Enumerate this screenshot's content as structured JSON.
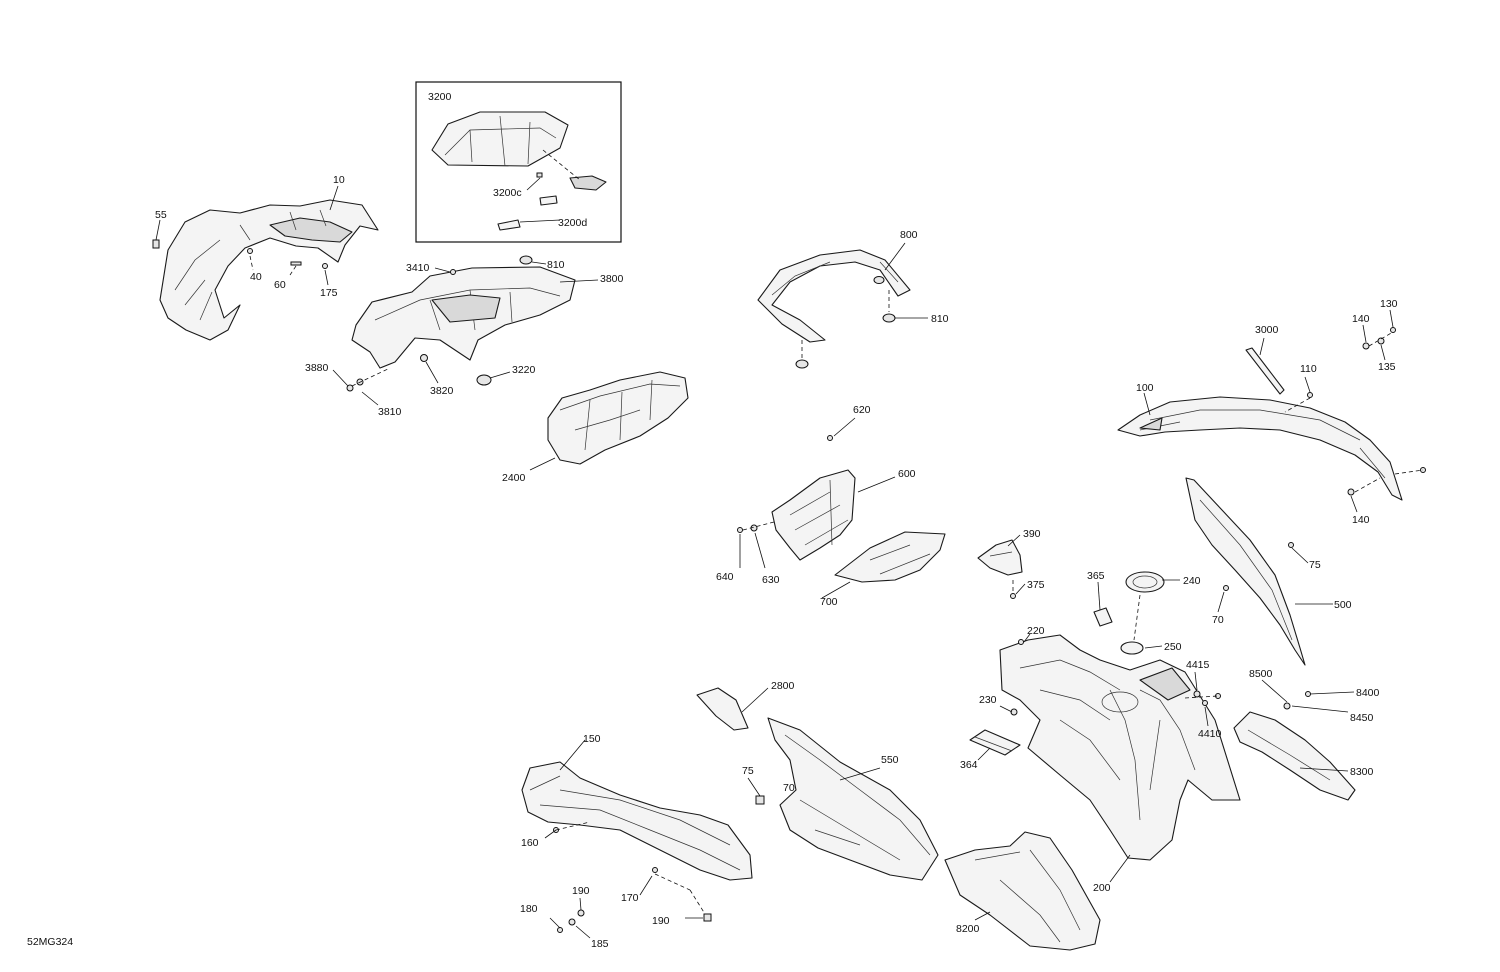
{
  "figure_code": "52MG324",
  "inset": {
    "title": "3200"
  },
  "callouts": [
    {
      "id": "10",
      "text": "10"
    },
    {
      "id": "55",
      "text": "55"
    },
    {
      "id": "40",
      "text": "40"
    },
    {
      "id": "60",
      "text": "60"
    },
    {
      "id": "175",
      "text": "175"
    },
    {
      "id": "3200",
      "text": "3200"
    },
    {
      "id": "3200c",
      "text": "3200c"
    },
    {
      "id": "3200d",
      "text": "3200d"
    },
    {
      "id": "3410",
      "text": "3410"
    },
    {
      "id": "810a",
      "text": "810"
    },
    {
      "id": "3800",
      "text": "3800"
    },
    {
      "id": "3880",
      "text": "3880"
    },
    {
      "id": "3810",
      "text": "3810"
    },
    {
      "id": "3820",
      "text": "3820"
    },
    {
      "id": "3220",
      "text": "3220"
    },
    {
      "id": "2400",
      "text": "2400"
    },
    {
      "id": "800",
      "text": "800"
    },
    {
      "id": "810b",
      "text": "810"
    },
    {
      "id": "620",
      "text": "620"
    },
    {
      "id": "600",
      "text": "600"
    },
    {
      "id": "640",
      "text": "640"
    },
    {
      "id": "630",
      "text": "630"
    },
    {
      "id": "700",
      "text": "700"
    },
    {
      "id": "390",
      "text": "390"
    },
    {
      "id": "375",
      "text": "375"
    },
    {
      "id": "365",
      "text": "365"
    },
    {
      "id": "240",
      "text": "240"
    },
    {
      "id": "250",
      "text": "250"
    },
    {
      "id": "220",
      "text": "220"
    },
    {
      "id": "230",
      "text": "230"
    },
    {
      "id": "364",
      "text": "364"
    },
    {
      "id": "200",
      "text": "200"
    },
    {
      "id": "8200",
      "text": "8200"
    },
    {
      "id": "2800",
      "text": "2800"
    },
    {
      "id": "550",
      "text": "550"
    },
    {
      "id": "75a",
      "text": "75"
    },
    {
      "id": "70a",
      "text": "70"
    },
    {
      "id": "150",
      "text": "150"
    },
    {
      "id": "160",
      "text": "160"
    },
    {
      "id": "170",
      "text": "170"
    },
    {
      "id": "190a",
      "text": "190"
    },
    {
      "id": "180",
      "text": "180"
    },
    {
      "id": "185",
      "text": "185"
    },
    {
      "id": "190b",
      "text": "190"
    },
    {
      "id": "3000",
      "text": "3000"
    },
    {
      "id": "110",
      "text": "110"
    },
    {
      "id": "100",
      "text": "100"
    },
    {
      "id": "140a",
      "text": "140"
    },
    {
      "id": "130",
      "text": "130"
    },
    {
      "id": "135",
      "text": "135"
    },
    {
      "id": "140b",
      "text": "140"
    },
    {
      "id": "75b",
      "text": "75"
    },
    {
      "id": "70b",
      "text": "70"
    },
    {
      "id": "500",
      "text": "500"
    },
    {
      "id": "4415",
      "text": "4415"
    },
    {
      "id": "4410",
      "text": "4410"
    },
    {
      "id": "8500",
      "text": "8500"
    },
    {
      "id": "8400",
      "text": "8400"
    },
    {
      "id": "8450",
      "text": "8450"
    },
    {
      "id": "8300",
      "text": "8300"
    }
  ]
}
